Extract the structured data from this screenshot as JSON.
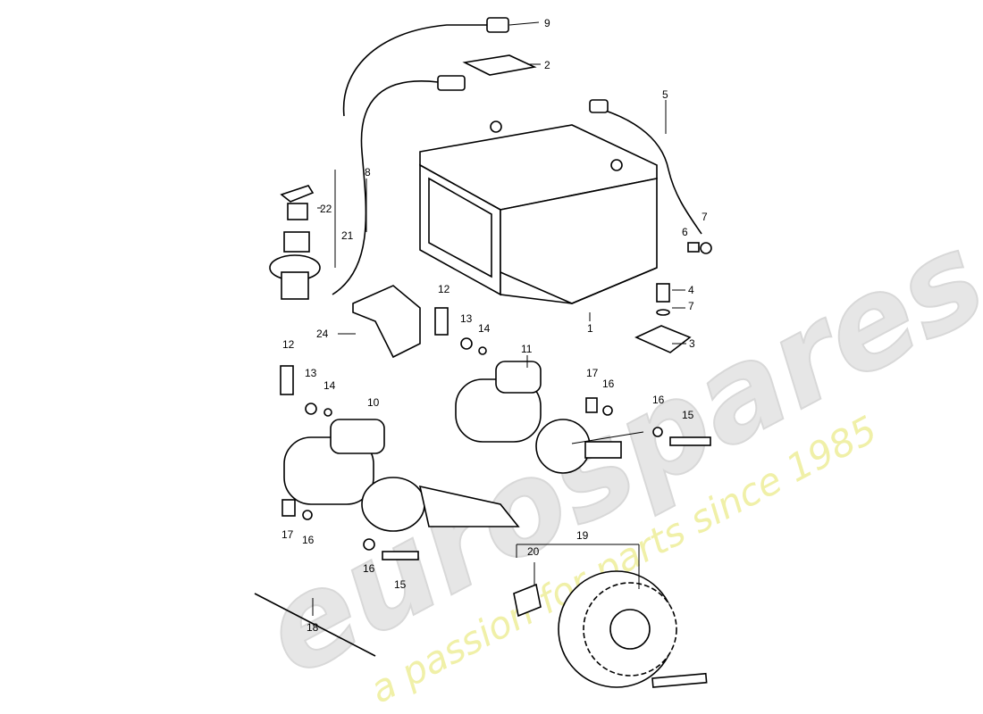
{
  "watermark": {
    "brand": "eurospares",
    "tagline": "a passion for parts since 1985",
    "brand_color": "#d8d8d8",
    "tagline_color": "#f0f0a8"
  },
  "callouts": [
    "9",
    "2",
    "5",
    "8",
    "22",
    "21",
    "7",
    "6",
    "4",
    "7",
    "3",
    "1",
    "12",
    "13",
    "14",
    "24",
    "12",
    "13",
    "14",
    "11",
    "17",
    "16",
    "16",
    "15",
    "10",
    "17",
    "16",
    "16",
    "15",
    "19",
    "20",
    "18"
  ]
}
